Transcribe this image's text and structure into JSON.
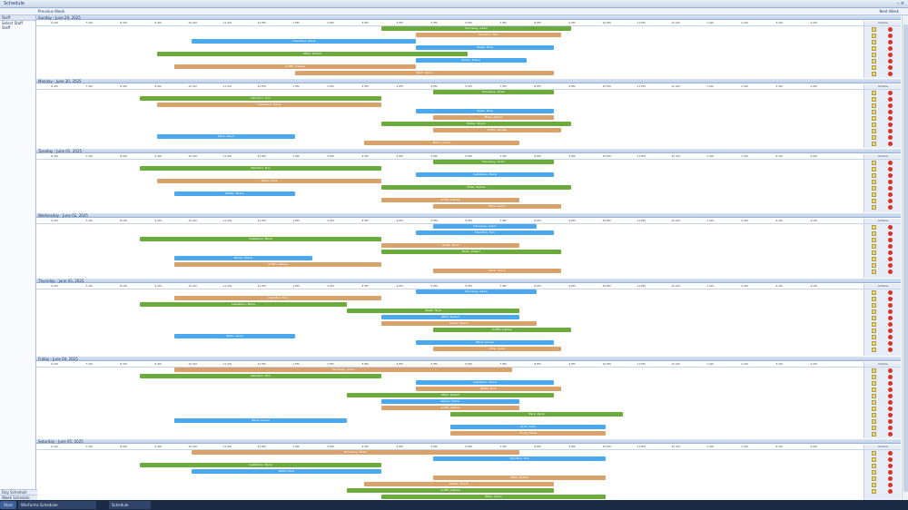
{
  "app": {
    "window_title": "Schedule",
    "window_controls": "– ×",
    "toolbar_left": "Previous Week",
    "toolbar_right": "Next Week"
  },
  "sidebar": {
    "header": "Staff",
    "subheader": "Select Staff",
    "items": [
      "Staff"
    ],
    "bottom_items": [
      "Day Schedule",
      "Week Schedule"
    ]
  },
  "hours": [
    "6 AM",
    "7 AM",
    "8 AM",
    "9 AM",
    "10 AM",
    "11 AM",
    "12 PM",
    "1 PM",
    "2 PM",
    "3 PM",
    "4 PM",
    "5 PM",
    "6 PM",
    "7 PM",
    "8 PM",
    "9 PM",
    "10 PM",
    "11 PM",
    "12 AM",
    "1 AM",
    "2 AM",
    "3 AM",
    "4 AM"
  ],
  "actions_header": "Actions",
  "colors": {
    "green": "#6aab3c",
    "blue": "#4aa8ef",
    "tan": "#d8a26a"
  },
  "days": [
    {
      "title": "Sunday - June 29, 2025",
      "shifts": [
        {
          "label": "Hennessy, Adam",
          "color": "green",
          "start": 15,
          "end": 20.5
        },
        {
          "label": "Hamilton, Tom",
          "color": "tan",
          "start": 16,
          "end": 20.2
        },
        {
          "label": "Castellano, Maria",
          "color": "blue",
          "start": 9.5,
          "end": 16
        },
        {
          "label": "Walsh, Nina",
          "color": "blue",
          "start": 16,
          "end": 20
        },
        {
          "label": "Miller, Robert",
          "color": "green",
          "start": 8.5,
          "end": 17.5
        },
        {
          "label": "Parker, Shaun",
          "color": "blue",
          "start": 16,
          "end": 19.2
        },
        {
          "label": "Griffin, Denise",
          "color": "tan",
          "start": 9,
          "end": 16
        },
        {
          "label": "Stark, Aaron",
          "color": "tan",
          "start": 12.5,
          "end": 20
        }
      ]
    },
    {
      "title": "Monday - June 30, 2025",
      "shifts": [
        {
          "label": "Hennessy, Adam",
          "color": "green",
          "start": 16.5,
          "end": 20
        },
        {
          "label": "Hamilton, Tom",
          "color": "green",
          "start": 8,
          "end": 15
        },
        {
          "label": "Castellano, Maria",
          "color": "tan",
          "start": 8.5,
          "end": 15
        },
        {
          "label": "Walsh, Nina",
          "color": "blue",
          "start": 16,
          "end": 20
        },
        {
          "label": "Miller, Robert",
          "color": "tan",
          "start": 16.5,
          "end": 20
        },
        {
          "label": "Parker, Shaun",
          "color": "green",
          "start": 15,
          "end": 20.5
        },
        {
          "label": "Griffin, Denise",
          "color": "tan",
          "start": 16.5,
          "end": 20.2
        },
        {
          "label": "Stark, Aaron",
          "color": "blue",
          "start": 8.5,
          "end": 12.5
        },
        {
          "label": "Ward, Lauren",
          "color": "tan",
          "start": 14.5,
          "end": 19
        }
      ]
    },
    {
      "title": "Tuesday - June 01, 2025",
      "shifts": [
        {
          "label": "Hennessy, Adam",
          "color": "green",
          "start": 16.5,
          "end": 20
        },
        {
          "label": "Hamilton, Tom",
          "color": "green",
          "start": 8,
          "end": 15
        },
        {
          "label": "Castellano, Maria",
          "color": "blue",
          "start": 16,
          "end": 20
        },
        {
          "label": "Walsh, Nina",
          "color": "tan",
          "start": 8.5,
          "end": 15
        },
        {
          "label": "Miller, Robert",
          "color": "green",
          "start": 15,
          "end": 20.5
        },
        {
          "label": "Parker, Shaun",
          "color": "blue",
          "start": 9,
          "end": 12.5
        },
        {
          "label": "Griffin, Denise",
          "color": "tan",
          "start": 15,
          "end": 19
        },
        {
          "label": "Stark, Aaron",
          "color": "tan",
          "start": 16.5,
          "end": 20.2
        }
      ]
    },
    {
      "title": "Wednesday - June 02, 2025",
      "shifts": [
        {
          "label": "Hennessy, Adam",
          "color": "blue",
          "start": 16.5,
          "end": 19.5
        },
        {
          "label": "Hamilton, Tom",
          "color": "blue",
          "start": 16,
          "end": 20
        },
        {
          "label": "Castellano, Maria",
          "color": "green",
          "start": 8,
          "end": 15
        },
        {
          "label": "Walsh, Nina",
          "color": "tan",
          "start": 15,
          "end": 19
        },
        {
          "label": "Miller, Robert",
          "color": "green",
          "start": 15,
          "end": 20.2
        },
        {
          "label": "Parker, Shaun",
          "color": "blue",
          "start": 9,
          "end": 13
        },
        {
          "label": "Griffin, Denise",
          "color": "tan",
          "start": 9,
          "end": 15
        },
        {
          "label": "Stark, Aaron",
          "color": "tan",
          "start": 16.5,
          "end": 20.2
        }
      ]
    },
    {
      "title": "Thursday - June 03, 2025",
      "shifts": [
        {
          "label": "Hennessy, Adam",
          "color": "blue",
          "start": 16,
          "end": 19.5
        },
        {
          "label": "Hamilton, Tom",
          "color": "tan",
          "start": 9,
          "end": 15
        },
        {
          "label": "Castellano, Maria",
          "color": "green",
          "start": 8,
          "end": 14
        },
        {
          "label": "Walsh, Nina",
          "color": "green",
          "start": 14,
          "end": 19
        },
        {
          "label": "Miller, Robert",
          "color": "blue",
          "start": 15,
          "end": 19
        },
        {
          "label": "Parker, Shaun",
          "color": "tan",
          "start": 15,
          "end": 19.5
        },
        {
          "label": "Griffin, Denise",
          "color": "green",
          "start": 16.5,
          "end": 20.5
        },
        {
          "label": "Stark, Aaron",
          "color": "blue",
          "start": 9,
          "end": 12.5
        },
        {
          "label": "Ward, Lauren",
          "color": "blue",
          "start": 16,
          "end": 20
        },
        {
          "label": "Ortiz, Carla",
          "color": "tan",
          "start": 16.5,
          "end": 20.2
        }
      ]
    },
    {
      "title": "Friday - June 04, 2025",
      "shifts": [
        {
          "label": "Hennessy, Adam",
          "color": "tan",
          "start": 9,
          "end": 18.8
        },
        {
          "label": "Hamilton, Tom",
          "color": "green",
          "start": 8,
          "end": 15
        },
        {
          "label": "Castellano, Maria",
          "color": "blue",
          "start": 16,
          "end": 20
        },
        {
          "label": "Walsh, Nina",
          "color": "tan",
          "start": 16,
          "end": 20.2
        },
        {
          "label": "Miller, Robert",
          "color": "green",
          "start": 14,
          "end": 20
        },
        {
          "label": "Parker, Shaun",
          "color": "blue",
          "start": 15,
          "end": 19
        },
        {
          "label": "Griffin, Denise",
          "color": "tan",
          "start": 15,
          "end": 19
        },
        {
          "label": "Stark, Aaron",
          "color": "green",
          "start": 17,
          "end": 22
        },
        {
          "label": "Ward, Lauren",
          "color": "blue",
          "start": 9,
          "end": 14
        },
        {
          "label": "Ortiz, Carla",
          "color": "blue",
          "start": 17,
          "end": 21.5
        },
        {
          "label": "Young, Derek",
          "color": "tan",
          "start": 17,
          "end": 21.5
        }
      ]
    },
    {
      "title": "Saturday - June 05, 2025",
      "shifts": [
        {
          "label": "Hennessy, Adam",
          "color": "tan",
          "start": 9.5,
          "end": 19
        },
        {
          "label": "Hamilton, Tom",
          "color": "blue",
          "start": 16.5,
          "end": 21.5
        },
        {
          "label": "Castellano, Maria",
          "color": "green",
          "start": 8,
          "end": 15
        },
        {
          "label": "Walsh, Nina",
          "color": "blue",
          "start": 9.5,
          "end": 15
        },
        {
          "label": "Miller, Robert",
          "color": "tan",
          "start": 16.5,
          "end": 21.5
        },
        {
          "label": "Parker, Shaun",
          "color": "tan",
          "start": 14.5,
          "end": 20
        },
        {
          "label": "Griffin, Denise",
          "color": "green",
          "start": 14,
          "end": 20
        },
        {
          "label": "Stark, Aaron",
          "color": "green",
          "start": 15,
          "end": 21.5
        }
      ]
    }
  ],
  "taskbar": {
    "start": "Start",
    "items": [
      "WinForms Scheduler",
      "Schedule"
    ]
  }
}
